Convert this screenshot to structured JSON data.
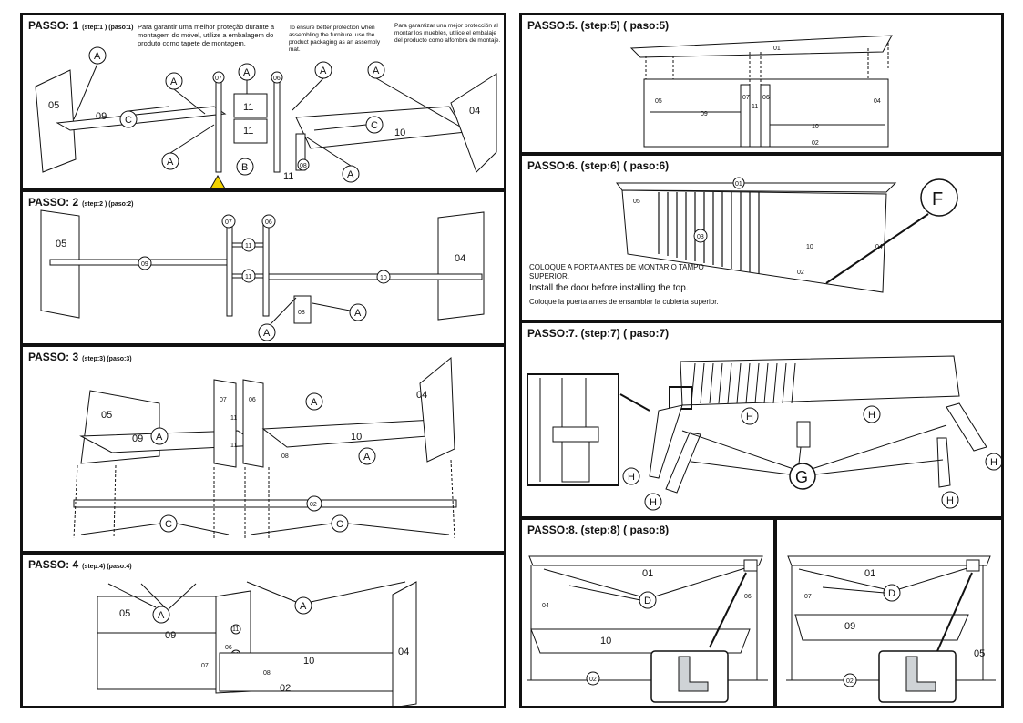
{
  "step1": {
    "title": "PASSO: 1",
    "sub": "(step:1 ) (paso:1)",
    "note_pt": "Para garantir uma melhor proteção durante a montagem do móvel, utilize a embalagem do produto como tapete de montagem.",
    "note_en": "To ensure better protection when assembling the furniture, use the product packaging as an assembly mat.",
    "note_es": "Para garantizar una mejor protección al montar los muebles, utilice el embalaje del producto como alfombra de montaje.",
    "labels": {
      "p05": "05",
      "p09": "09",
      "p10": "10",
      "p04": "04",
      "p11a": "11",
      "p11b": "11",
      "p11c": "11",
      "p07": "07",
      "p06": "06",
      "p08": "08",
      "A": "A",
      "B": "B",
      "C": "C"
    }
  },
  "step2": {
    "title": "PASSO: 2",
    "sub": "(step:2 ) (paso:2)",
    "labels": {
      "p05": "05",
      "p04": "04",
      "p09": "09",
      "p10": "10",
      "p07": "07",
      "p06": "06",
      "p11": "11",
      "p08": "08",
      "A": "A"
    }
  },
  "step3": {
    "title": "PASSO: 3",
    "sub": "(step:3) (paso:3)",
    "labels": {
      "p05": "05",
      "p04": "04",
      "p09": "09",
      "p10": "10",
      "p07": "07",
      "p06": "06",
      "p11": "11",
      "p08": "08",
      "p02": "02",
      "A": "A",
      "C": "C"
    }
  },
  "step4": {
    "title": "PASSO: 4",
    "sub": "(step:4) (paso:4)",
    "labels": {
      "p05": "05",
      "p04": "04",
      "p09": "09",
      "p10": "10",
      "p07": "07",
      "p06": "06",
      "p11": "11",
      "p08": "08",
      "p02": "02",
      "A": "A"
    }
  },
  "step5": {
    "title": "PASSO:5. (step:5) ( paso:5)",
    "labels": {
      "p01": "01",
      "p05": "05",
      "p04": "04",
      "p07": "07",
      "p06": "06",
      "p11": "11",
      "p10": "10",
      "p02": "02",
      "p09": "09"
    }
  },
  "step6": {
    "title": "PASSO:6. (step:6) ( paso:6)",
    "note_pt": "COLOQUE A PORTA ANTES DE MONTAR O TAMPO SUPERIOR.",
    "note_en": "Install the door before installing the top.",
    "note_es": "Coloque la puerta antes de ensamblar la cubierta superior.",
    "labels": {
      "p01": "01",
      "p05": "05",
      "p03": "03",
      "p10": "10",
      "p04": "04",
      "p02": "02",
      "F": "F"
    }
  },
  "step7": {
    "title": "PASSO:7. (step:7) ( paso:7)",
    "labels": {
      "H": "H",
      "G": "G"
    }
  },
  "step8": {
    "title": "PASSO:8. (step:8) ( paso:8)",
    "labels": {
      "p01": "01",
      "p04": "04",
      "p06": "06",
      "p10": "10",
      "p02": "02",
      "p07": "07",
      "p09": "09",
      "p05": "05",
      "D": "D"
    }
  }
}
